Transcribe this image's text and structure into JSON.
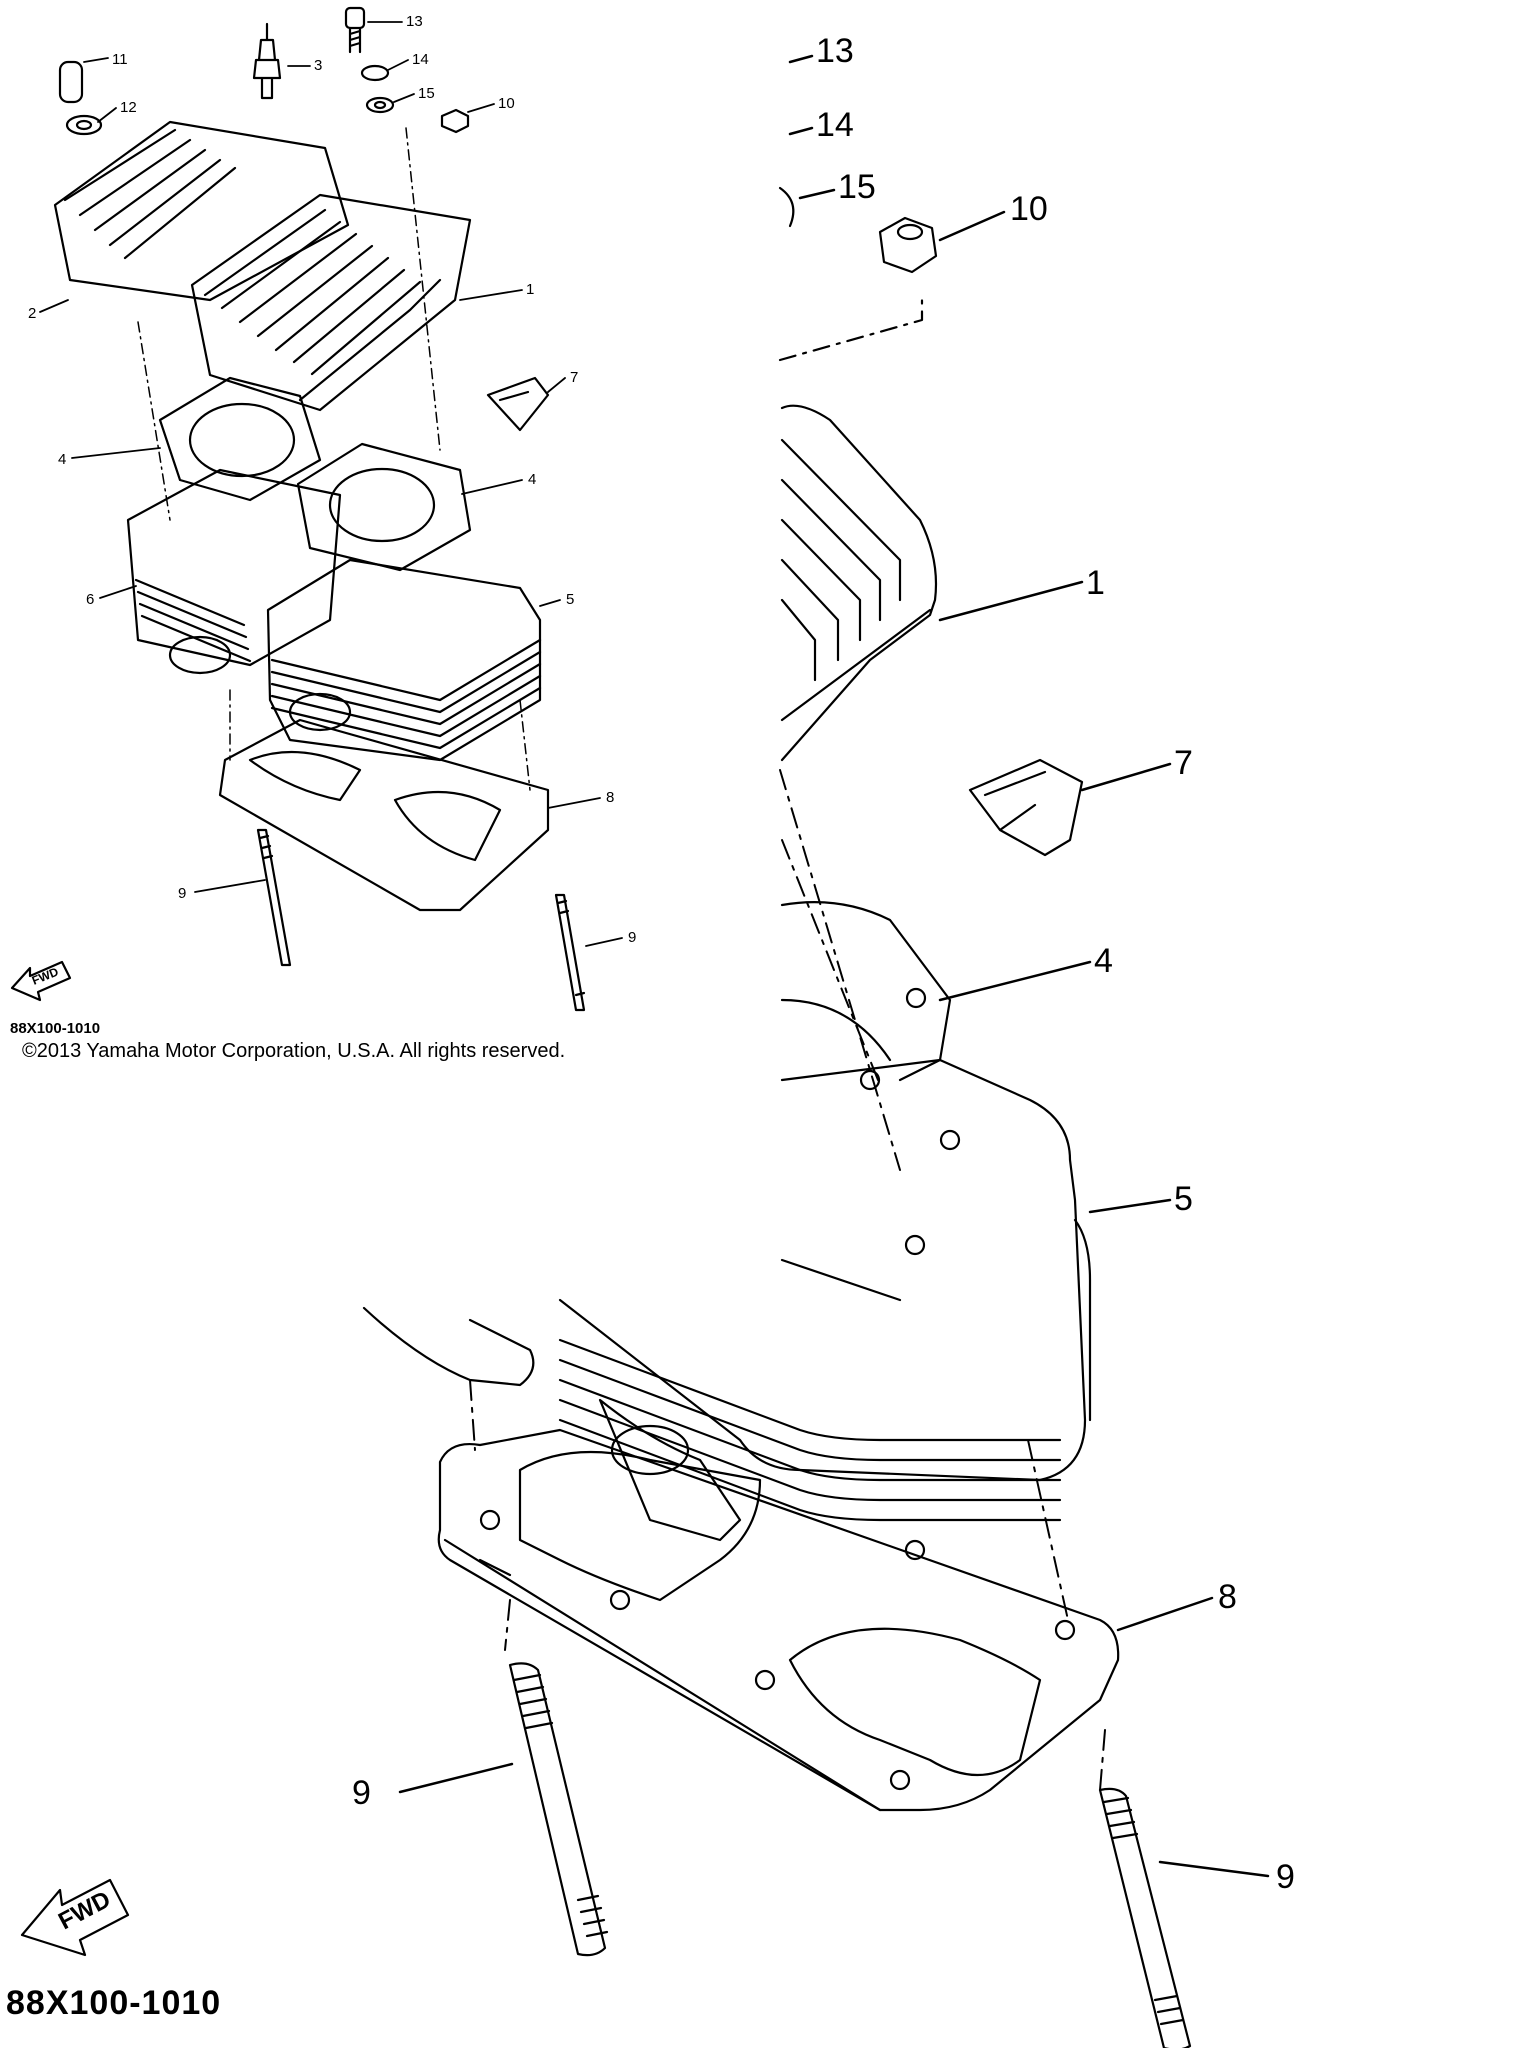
{
  "diagram": {
    "callouts_small": [
      "13",
      "3",
      "11",
      "14",
      "12",
      "15",
      "10",
      "2",
      "1",
      "7",
      "4",
      "4",
      "6",
      "5",
      "8",
      "9",
      "9"
    ],
    "callouts_large": [
      "13",
      "14",
      "15",
      "10",
      "1",
      "7",
      "4",
      "5",
      "8",
      "9",
      "9"
    ],
    "fwd_label": "FWD",
    "part_code": "88X100-1010",
    "copyright": "©2013 Yamaha Motor Corporation, U.S.A. All rights reserved."
  }
}
